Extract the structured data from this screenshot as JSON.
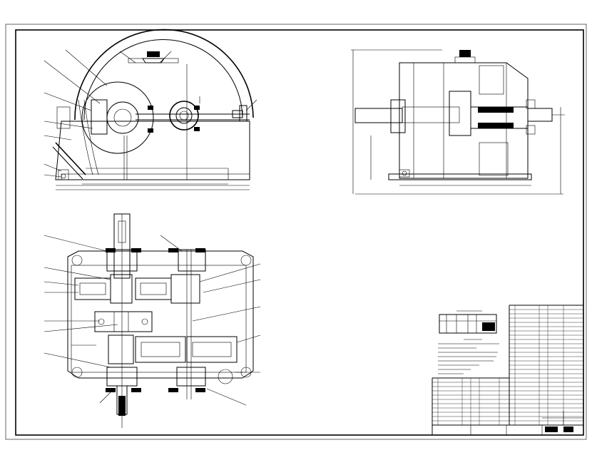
{
  "drawing": {
    "type": "gear reducer assembly drawing",
    "views": [
      "front-view",
      "side-view",
      "top-section-view"
    ],
    "line_color": "#000000",
    "background": "#ffffff"
  },
  "icons": {
    "cap-knob": "breather-cap-icon",
    "oil-gauge": "dipstick-icon"
  }
}
